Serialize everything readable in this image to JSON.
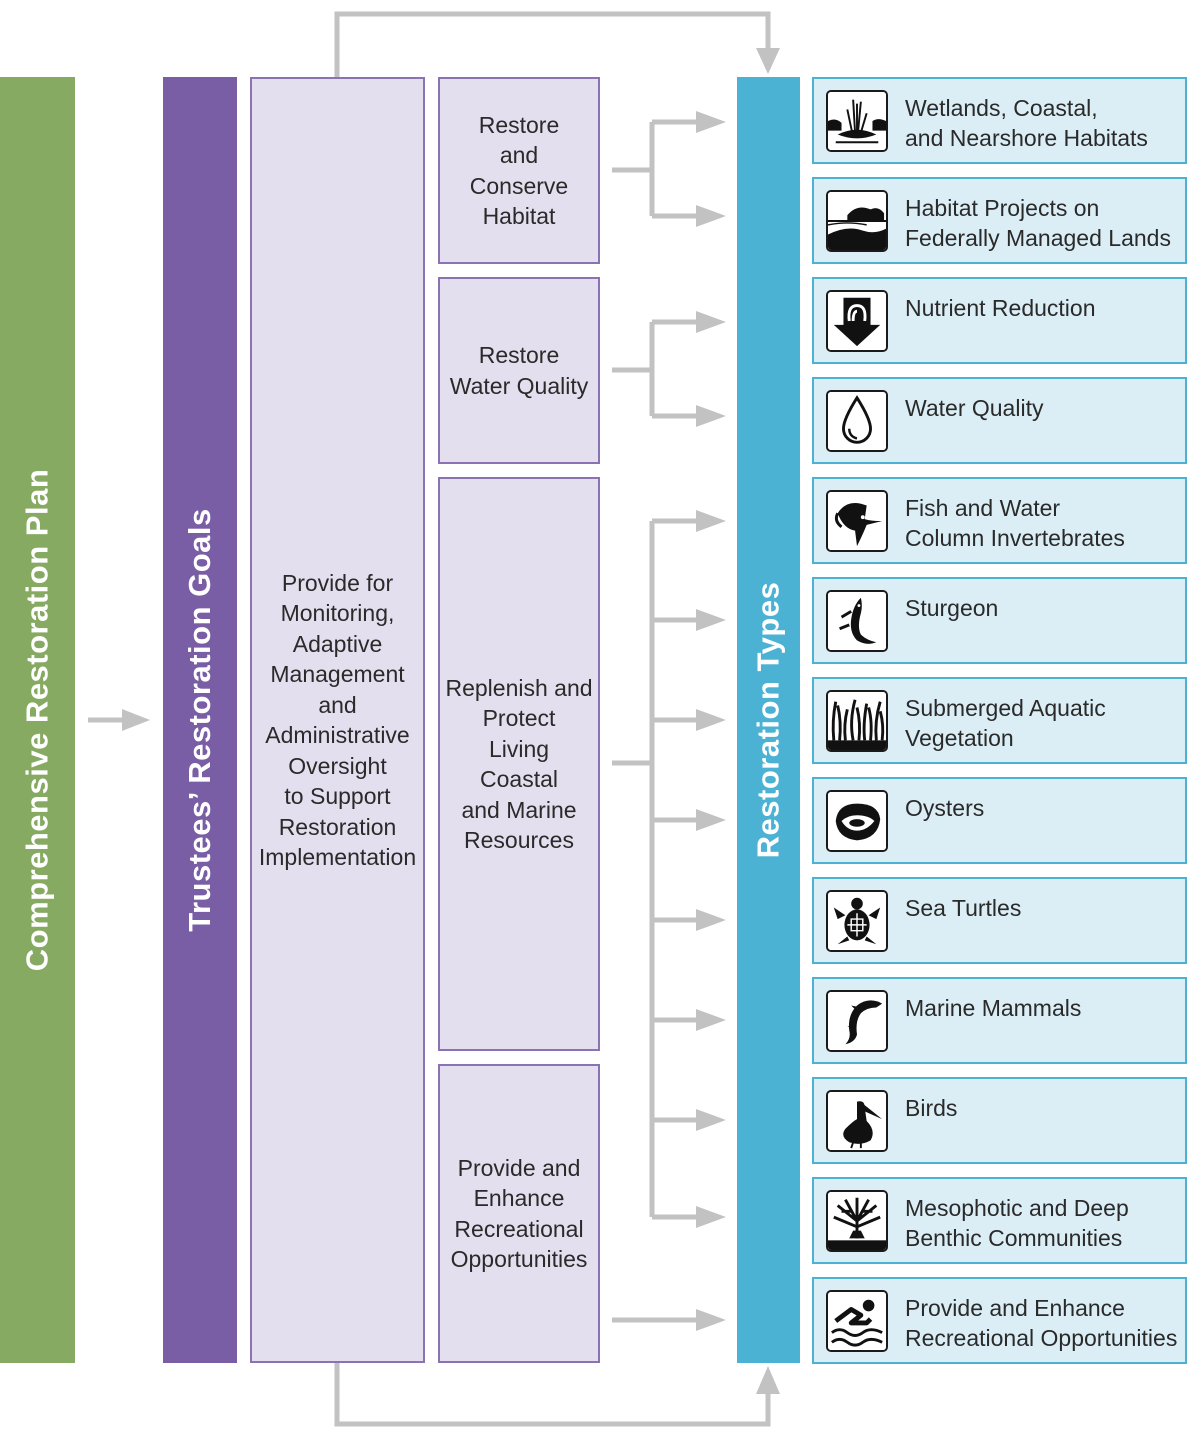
{
  "plan_label": "Comprehensive Restoration Plan",
  "goals_label": "Trustees’ Restoration Goals",
  "types_label": "Restoration Types",
  "monitoring_goal": "Provide for\nMonitoring,\nAdaptive\nManagement\nand\nAdministrative\nOversight\nto Support\nRestoration\nImplementation",
  "goals": [
    "Restore\nand\nConserve\nHabitat",
    "Restore\nWater Quality",
    "Replenish and\nProtect\nLiving\nCoastal\nand Marine\nResources",
    "Provide and\nEnhance\nRecreational\nOpportunities"
  ],
  "restoration_types": [
    {
      "label": "Wetlands, Coastal,\nand Nearshore Habitats",
      "icon": "wetlands-icon"
    },
    {
      "label": "Habitat Projects on\nFederally Managed Lands",
      "icon": "federal-lands-icon"
    },
    {
      "label": "Nutrient Reduction",
      "icon": "nutrient-reduction-icon"
    },
    {
      "label": "Water Quality",
      "icon": "water-drop-icon"
    },
    {
      "label": "Fish and Water\nColumn Invertebrates",
      "icon": "sailfish-icon"
    },
    {
      "label": "Sturgeon",
      "icon": "sturgeon-icon"
    },
    {
      "label": "Submerged Aquatic\nVegetation",
      "icon": "seagrass-icon"
    },
    {
      "label": "Oysters",
      "icon": "oyster-icon"
    },
    {
      "label": "Sea Turtles",
      "icon": "sea-turtle-icon"
    },
    {
      "label": "Marine Mammals",
      "icon": "dolphin-icon"
    },
    {
      "label": "Birds",
      "icon": "pelican-icon"
    },
    {
      "label": "Mesophotic and Deep\nBenthic Communities",
      "icon": "coral-icon"
    },
    {
      "label": "Provide and Enhance\nRecreational Opportunities",
      "icon": "swimmer-icon"
    }
  ],
  "colors": {
    "plan": "#86aa62",
    "goals": "#7a5ea5",
    "goal_box_fill": "#e4dfee",
    "goal_box_border": "#8a72b3",
    "types": "#4bb2d4",
    "type_box_fill": "#dbeef6",
    "arrow": "#c2c2c2"
  }
}
